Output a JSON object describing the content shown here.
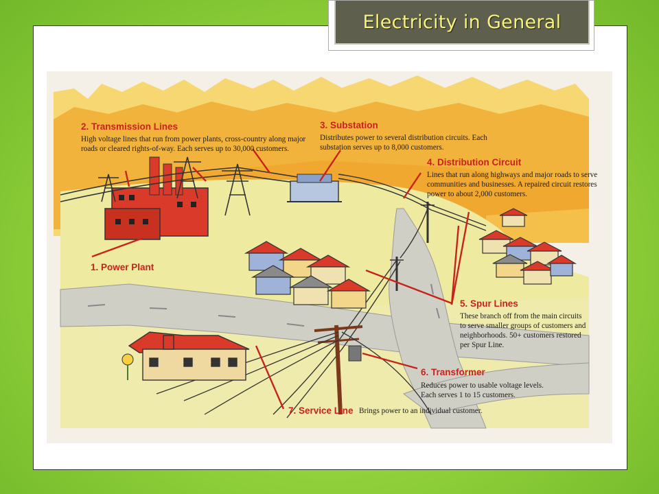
{
  "slide": {
    "title": "Electricity in General"
  },
  "labels": [
    {
      "id": "power-plant",
      "title": "1.  Power Plant",
      "desc": ""
    },
    {
      "id": "transmission-lines",
      "title": "2.  Transmission Lines",
      "desc": "High voltage lines that run from power plants, cross-country along major roads or cleared rights-of-way.  Each serves up to 30,000 customers."
    },
    {
      "id": "substation",
      "title": "3.  Substation",
      "desc": "Distributes power to several distribution circuits. Each substation serves up to 8,000 customers."
    },
    {
      "id": "distribution-circuit",
      "title": "4.  Distribution Circuit",
      "desc": "Lines that run along highways and major roads to serve communities and businesses.  A repaired circuit restores power to about 2,000 customers."
    },
    {
      "id": "spur-lines",
      "title": "5.  Spur Lines",
      "desc": "These branch off from the main circuits to serve smaller groups of customers and neighborhoods. 50+ customers restored per Spur Line."
    },
    {
      "id": "transformer",
      "title": "6.  Transformer",
      "desc": "Reduces power to usable voltage levels. Each serves 1 to 15 customers."
    },
    {
      "id": "service-line",
      "title": "7.  Service Line",
      "desc": "Brings power to an individual customer."
    }
  ],
  "colors": {
    "label_red": "#c8231b",
    "sky_orange": "#f2b33c",
    "ground_yellow": "#eeeaa0",
    "road_gray": "#cfcfc8",
    "house_red": "#d93a2a"
  }
}
